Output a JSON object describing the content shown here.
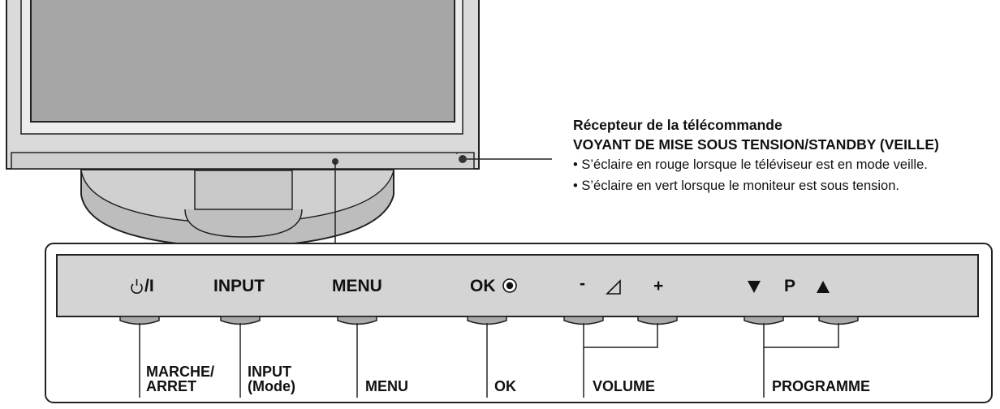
{
  "receiver": {
    "title": "Récepteur de la télécommande",
    "subtitle": "VOYANT DE MISE SOUS TENSION/STANDBY (VEILLE)",
    "bullets": [
      "• S’éclaire en rouge lorsque le téléviseur est en mode veille.",
      "• S’éclaire en vert lorsque le moniteur est sous tension."
    ]
  },
  "panel_buttons": {
    "power": "/I",
    "input": "INPUT",
    "menu": "MENU",
    "ok": "OK",
    "vol_minus": "-",
    "vol_plus": "+",
    "prog_p": "P"
  },
  "callouts": {
    "marche_1": "MARCHE/",
    "marche_2": "ARRET",
    "input_1": "INPUT",
    "input_2": "(Mode)",
    "menu": "MENU",
    "ok": "OK",
    "volume": "VOLUME",
    "programme": "PROGRAMME"
  },
  "icons": [
    "power-icon",
    "ok-dot-icon",
    "volume-triangle-icon",
    "down-arrow-icon",
    "up-arrow-icon"
  ],
  "colors": {
    "panel": "#d4d4d4",
    "screen": "#a6a6a6",
    "line": "#222222"
  }
}
